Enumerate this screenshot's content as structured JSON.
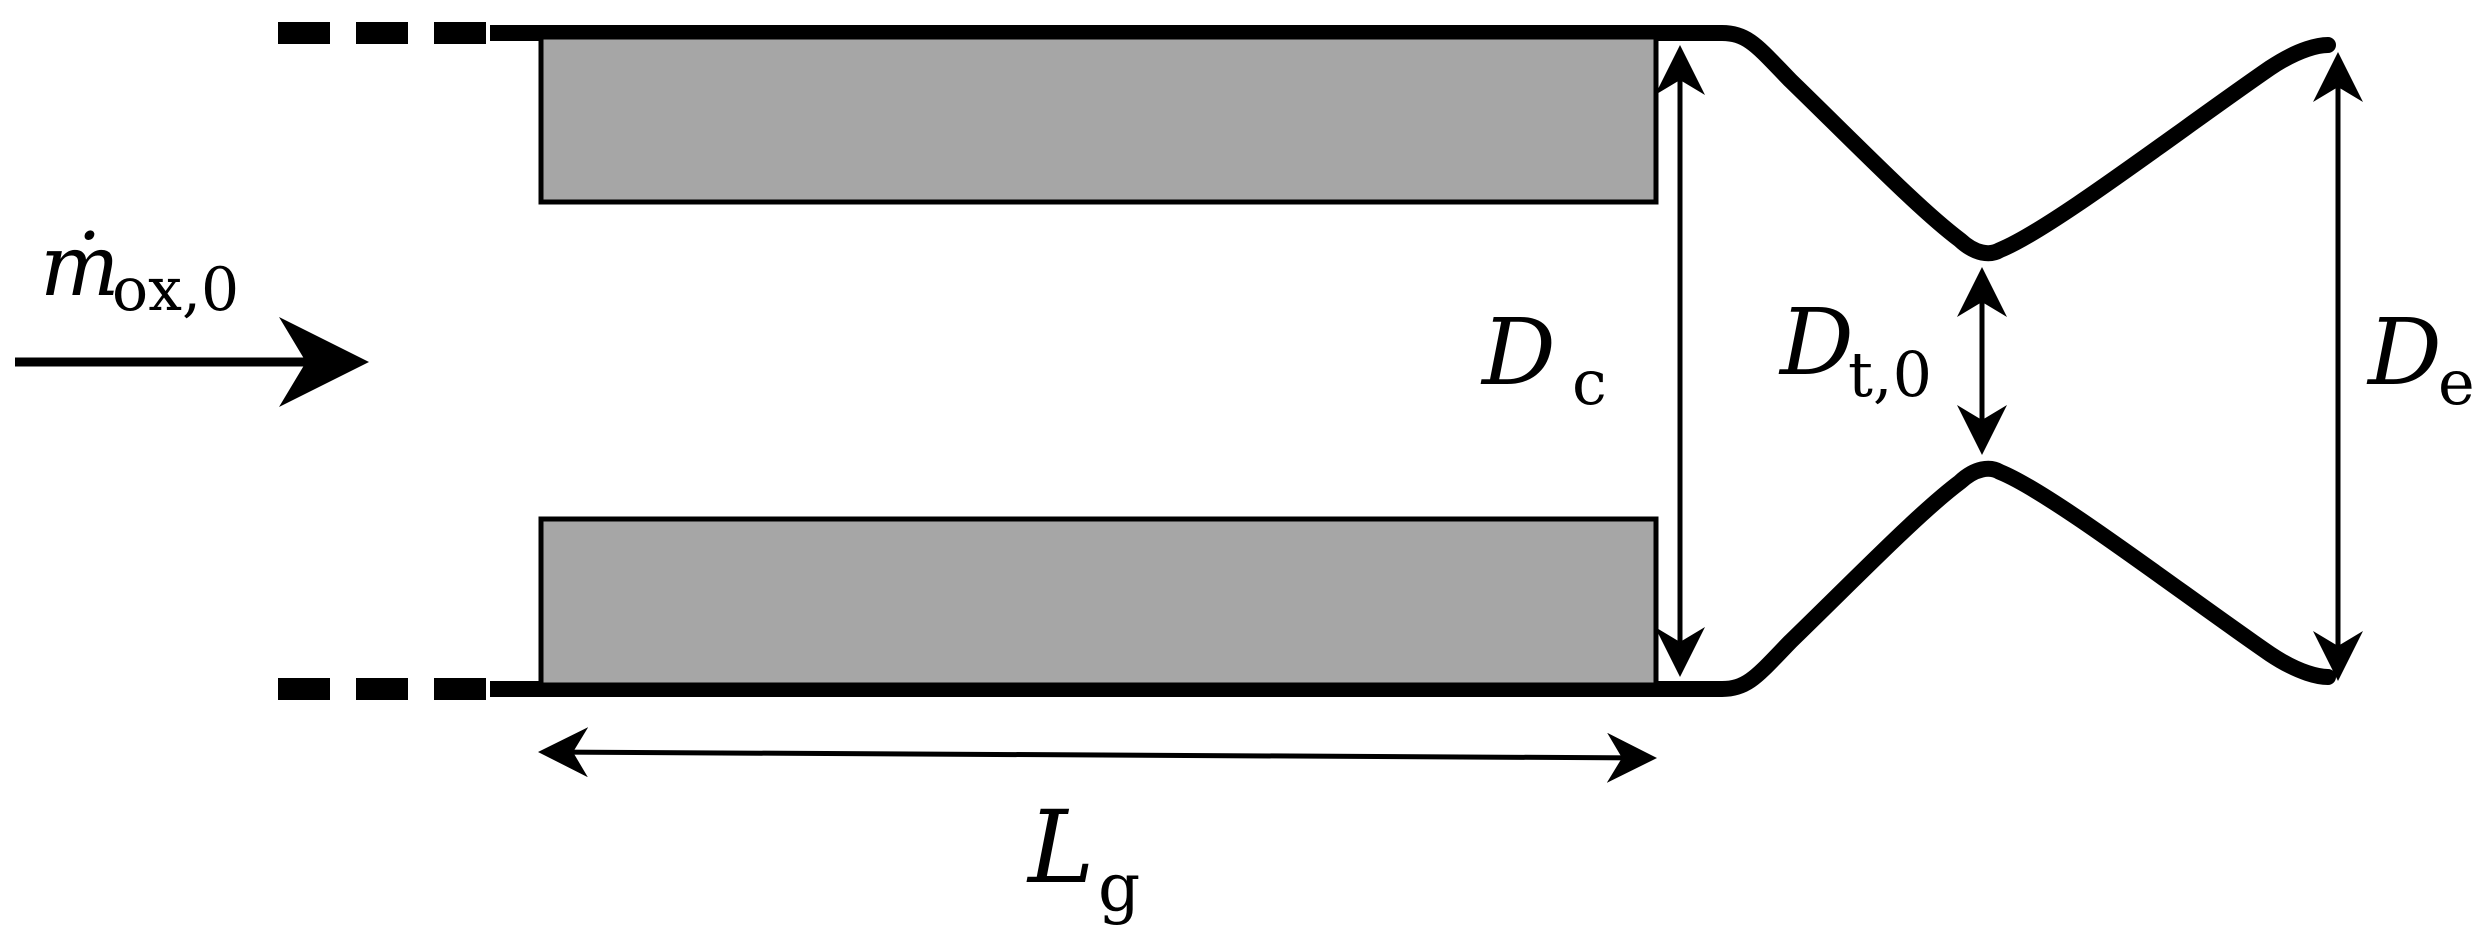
{
  "colors": {
    "background": "#ffffff",
    "stroke": "#000000",
    "grain": "#a6a6a6"
  },
  "labels": {
    "mass_flow": {
      "main": "ṁ",
      "sub": "ox,0"
    },
    "chamber_diameter": {
      "main": "D",
      "sub": "c"
    },
    "throat_diameter": {
      "main": "D",
      "sub": "t,0"
    },
    "exit_diameter": {
      "main": "D",
      "sub": "e"
    },
    "grain_length": {
      "main": "L",
      "sub": "g"
    }
  }
}
